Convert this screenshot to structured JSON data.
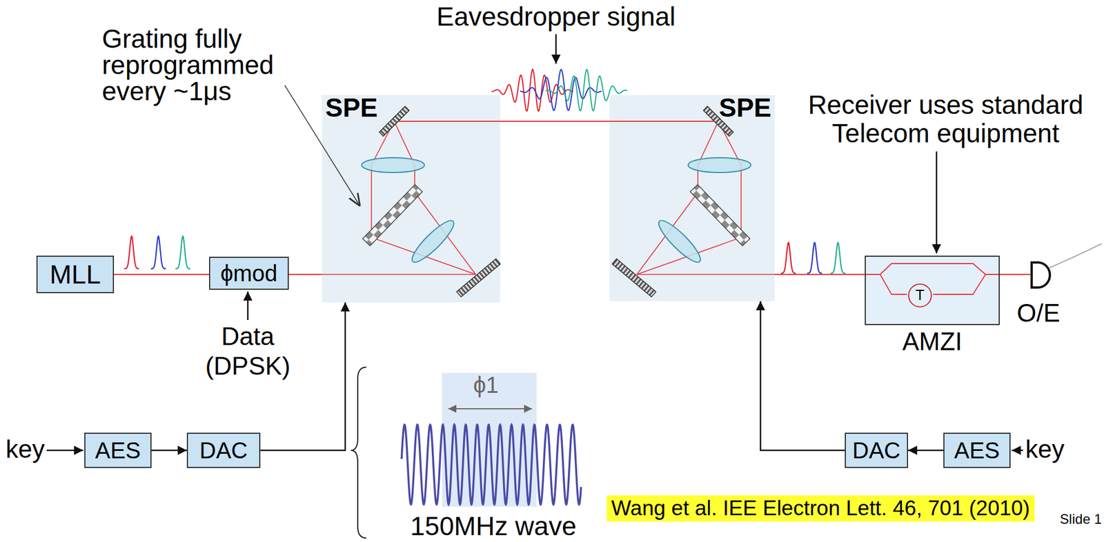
{
  "diagram": {
    "nodes": [
      {
        "text": [
          "SPE"
        ]
      },
      {
        "text": [
          "SPE"
        ]
      },
      {
        "text": [
          "MLL"
        ]
      },
      {
        "text": [
          "ϕmod"
        ]
      },
      {
        "text": [
          "AMZI"
        ]
      },
      {
        "text": [
          "T"
        ],
        "in": 4
      },
      {
        "text": [
          "AES"
        ]
      },
      {
        "text": [
          "DAC"
        ]
      },
      {
        "text": [
          "DAC"
        ]
      },
      {
        "text": [
          "AES"
        ]
      }
    ],
    "edges": [
      {
        "from": 2,
        "to": 3,
        "arrow": "none"
      },
      {
        "from": 3,
        "to": 0,
        "arrow": "none"
      },
      {
        "from": 1,
        "to": 4,
        "arrow": "none"
      },
      {
        "from": 6,
        "to": 7,
        "arrow": "to"
      },
      {
        "from": 7,
        "to": 0,
        "arrow": "to"
      },
      {
        "from": 9,
        "to": 8,
        "arrow": "to"
      },
      {
        "from": 8,
        "to": 1,
        "arrow": "to"
      }
    ],
    "labels": [
      "Eavesdropper signal",
      "Grating fully reprogrammed every ~1μs",
      "Receiver uses standard Telecom equipment",
      "Data (DPSK)",
      "O/E",
      "key",
      "ϕ1",
      "150MHz wave",
      "key",
      "Wang et al. IEE Electron Lett. 46, 701 (2010)",
      "Slide 1"
    ]
  }
}
